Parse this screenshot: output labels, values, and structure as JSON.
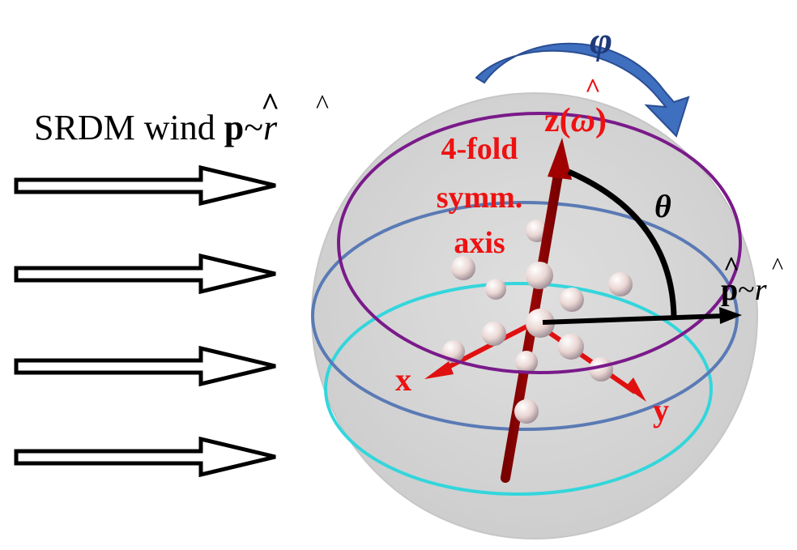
{
  "wind": {
    "label": "SRDM wind ",
    "p_symbol": "p",
    "hat": "^",
    "tilde": "~",
    "r_symbol": "r",
    "arrow_count": 4
  },
  "labels": {
    "phi": "φ",
    "theta": "θ",
    "z_axis": "z(",
    "omega": "ω",
    "z_close": ")",
    "x_axis": "x",
    "y_axis": "y",
    "symmetry_line1": "4-fold",
    "symmetry_line2": "symm.",
    "symmetry_line3": "axis",
    "p_right": "p",
    "tilde_right": "~",
    "r_right": "r"
  },
  "colors": {
    "red_label": "#ee1111",
    "phi_color": "#1f3a7a",
    "rotation_arrow": "#3f6fbf",
    "z_axis_rod": "#8b0000",
    "purple_ring": "#7a1a8a",
    "blue_ring": "#5a7ab5",
    "cyan_ring": "#33d6dc",
    "sphere_fill": "#d3d3d3"
  }
}
